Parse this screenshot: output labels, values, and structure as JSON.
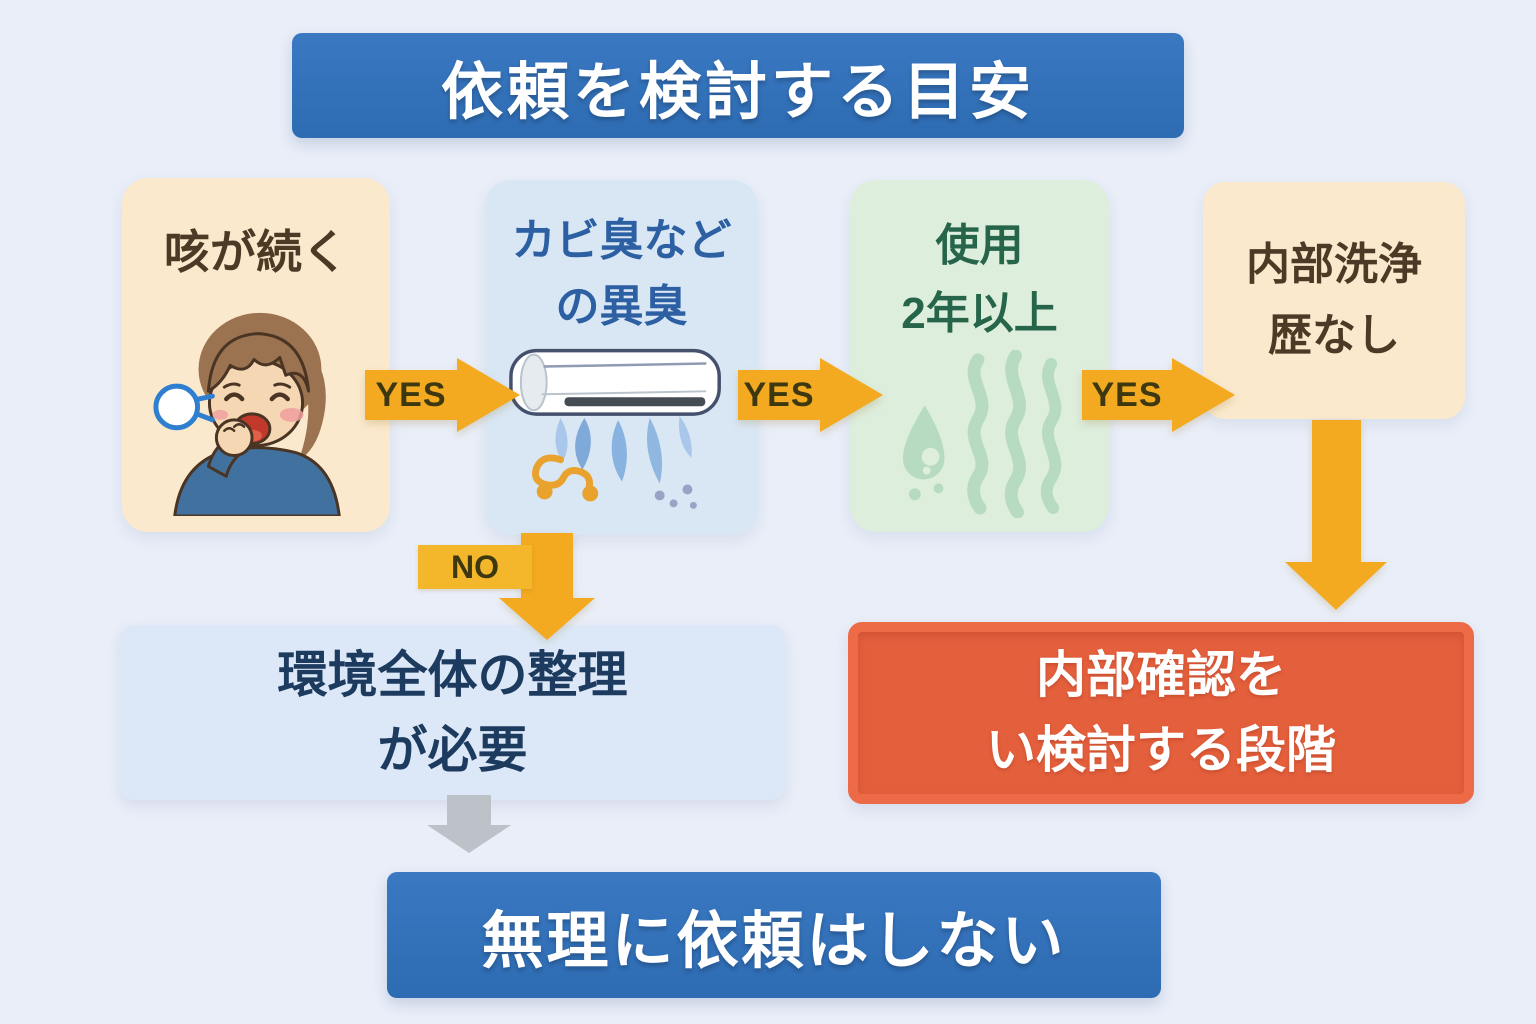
{
  "banner_top": {
    "label": "依頼を検討する目安"
  },
  "steps": {
    "cough": {
      "label": "咳が続く"
    },
    "odor": {
      "line1": "カビ臭など",
      "line2": "の異臭"
    },
    "usage": {
      "line1": "使用",
      "line2": "2年以上"
    },
    "history": {
      "line1": "内部洗浄",
      "line2": "歴なし"
    }
  },
  "connectors": {
    "yes1": "YES",
    "yes2": "YES",
    "yes3": "YES",
    "no": "NO"
  },
  "outcomes": {
    "organize": {
      "line1": "環境全体の整理",
      "line2": "が必要"
    },
    "inspect": {
      "line1": "内部確認を",
      "line2": "い検討する段階"
    }
  },
  "banner_bottom": {
    "label": "無理に依頼はしない"
  },
  "icons": {
    "cough": "coughing-child-icon",
    "odor": "air-conditioner-icon",
    "usage": "odor-waves-icon"
  },
  "colors": {
    "background": "#e9eef8",
    "banner_blue": "#2d6bb2",
    "peach_box": "#fbe9cd",
    "blue_box": "#d9e7f5",
    "green_box": "#ddeedd",
    "lightblue_box": "#dce8f7",
    "red_box": "#e45f3c",
    "red_box_border": "#ec6a45",
    "arrow_yellow": "#f3aa20",
    "arrow_yellow_light": "#f4b62a",
    "arrow_gray": "#bdc1c8",
    "text_brown": "#4d3a26",
    "text_blue": "#2d5fa3",
    "text_green": "#27654b",
    "text_navy": "#1d3a5f",
    "yes_text": "#3d380f"
  }
}
